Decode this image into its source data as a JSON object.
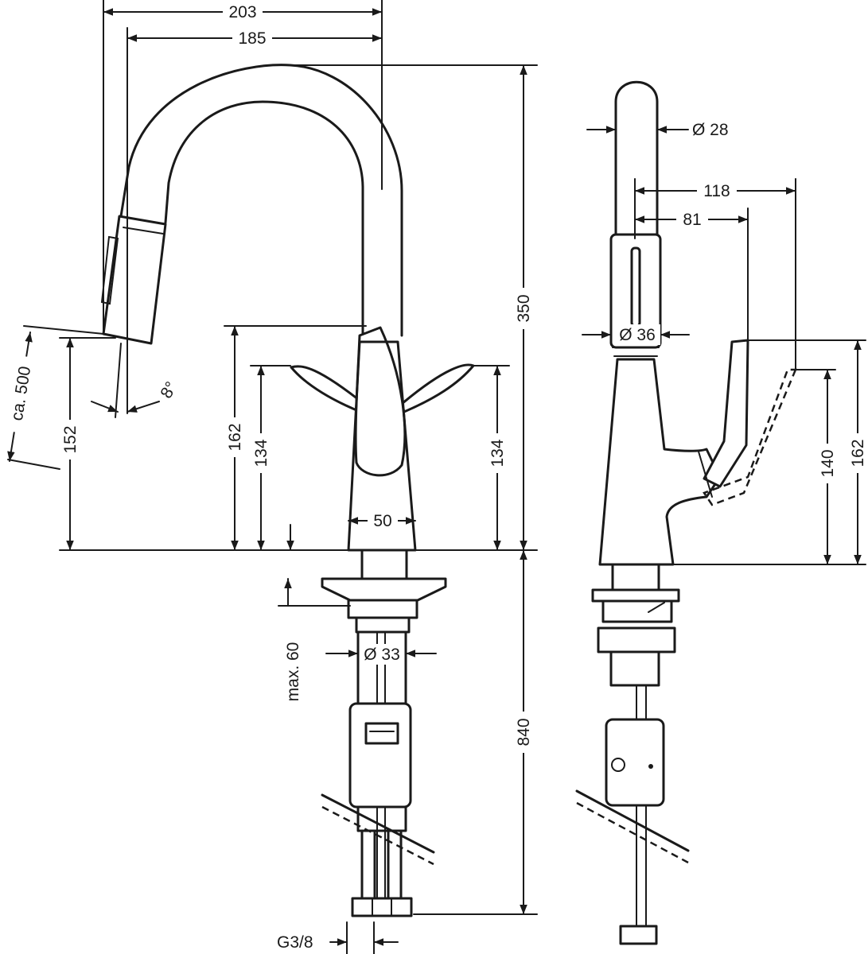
{
  "drawing": {
    "front_view": {
      "dimensions": {
        "total_reach": "203",
        "spout_reach": "185",
        "total_height": "350",
        "below_deck": "840",
        "spray_angle": "8°",
        "hose_extension": "ca. 500",
        "outlet_height": "152",
        "handle_height": "162",
        "lever_height_left": "134",
        "lever_height_right": "134",
        "base_diameter": "50",
        "max_deck_thickness": "max. 60",
        "shank_diameter": "Ø 33",
        "connection_thread": "G3/8"
      }
    },
    "side_view": {
      "dimensions": {
        "spout_diameter": "Ø 28",
        "body_diameter": "Ø 36",
        "lever_reach": "118",
        "lever_reach_short": "81",
        "lever_height": "162",
        "lever_height_short": "140"
      }
    }
  }
}
